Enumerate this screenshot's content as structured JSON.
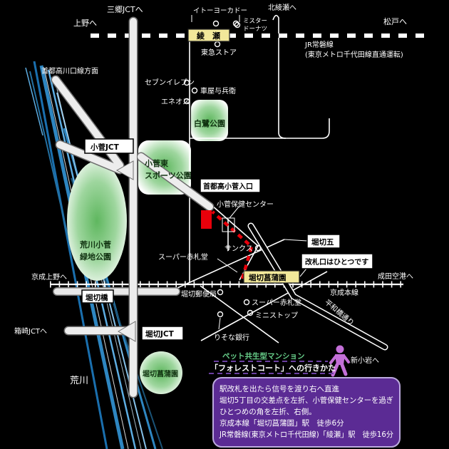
{
  "colors": {
    "background": "#000000",
    "road_white": "#ffffff",
    "expressway_fill": "#ededed",
    "river_blue": "#2e86c1",
    "park_green": "#5fb75f",
    "station_yellow": "#f2e89a",
    "route_red": "#e8000b",
    "info_box_purple": "#5b2b94",
    "callout_green": "#66cc88",
    "figure_purple": "#c36fd8"
  },
  "railways": {
    "jr": {
      "line_label_1": "JR常磐線",
      "line_label_2": "(東京メトロ千代田線直通運転)",
      "to_left": "上野へ",
      "to_right": "松戸へ",
      "station": "綾　瀬",
      "branch_label": "北綾瀬へ"
    },
    "keisei": {
      "name": "京成本線",
      "to_left": "京成上野へ",
      "to_right": "成田空港へ",
      "station": "堀切菖蒲園",
      "gate_note": "改札口はひとつです"
    }
  },
  "expressways": {
    "to_misato_jct": "三郷JCTへ",
    "kosuge_jct": "小菅JCT",
    "horikiri_jct": "堀切JCT",
    "kawaguchi_line": "首都高川口線方面",
    "to_hakozaki_jct": "箱崎JCTへ",
    "kosuge_entrance": "首都高小菅入口"
  },
  "roads": {
    "heiwabashi_dori": "平和橋通り",
    "to_shinkoiwa": "新小岩へ",
    "horikiri_bridge": "堀切橋",
    "horikiri_5_box": "堀切五"
  },
  "river_label": "荒川",
  "parks": {
    "sports_park_line1": "小菅東",
    "sports_park_line2": "スポーツ公園",
    "ryokuchi_line1": "荒川小菅",
    "ryokuchi_line2": "緑地公園",
    "shirasagi": "白鷺公園",
    "shobuen_garden": "堀切菖蒲園"
  },
  "pois": {
    "ito_yokado": "イトーヨーカドー",
    "mister_donut_line1": "ミスター",
    "mister_donut_line2": "ドーナツ",
    "tokyu_store": "東急ストア",
    "seven_eleven": "セブンイレブン",
    "eneos": "エネオス",
    "kurumaya": "車屋与兵衛",
    "health_center": "小菅保健センター",
    "sunkus": "サンクス",
    "akafudado_west": "スーパー赤札堂",
    "post_office": "堀切郵便局",
    "akafudado_east": "スーパー赤札堂",
    "ministop": "ミニストップ",
    "resona_bank": "りそな銀行"
  },
  "callout": {
    "line1": "ペット共生型マンション",
    "line2": "「フォレストコート」への行きかた"
  },
  "directions": {
    "line1": "駅改札を出たら信号を渡り右へ直進",
    "line2": "堀切5丁目の交差点を左折、小菅保健センターを過ぎ",
    "line3": "ひとつめの角を左折、右側。",
    "line4": "京成本線「堀切菖蒲園」駅　徒歩6分",
    "line5": "JR常磐線(東京メトロ千代田線)「綾瀬」駅　徒歩16分"
  }
}
